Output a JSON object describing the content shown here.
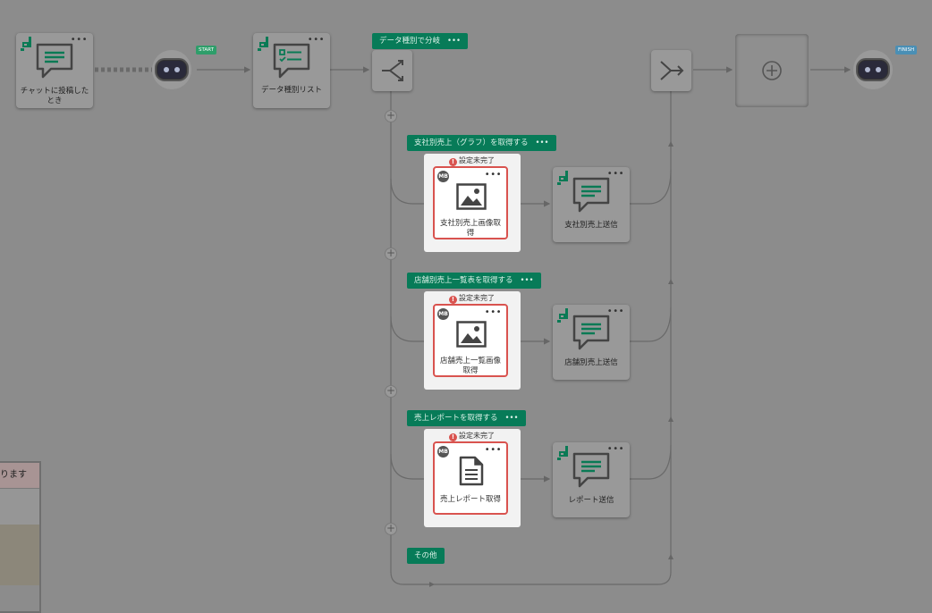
{
  "nodes": {
    "trigger": {
      "label": "チャットに投稿したとき"
    },
    "list": {
      "label": "データ種別リスト"
    },
    "send1": {
      "label": "支社別売上送信"
    },
    "send2": {
      "label": "店舗別売上送信"
    },
    "send3": {
      "label": "レポート送信"
    }
  },
  "badges": {
    "start": "START",
    "finish": "FINISH"
  },
  "branch": {
    "header": "データ種別で分岐"
  },
  "conditions": [
    {
      "label": "支社別売上（グラフ）を取得する"
    },
    {
      "label": "店舗別売上一覧表を取得する"
    },
    {
      "label": "売上レポートを取得する"
    },
    {
      "label": "その他"
    }
  ],
  "cards": [
    {
      "label": "支社別売上画像取得",
      "warning": "設定未完了",
      "icon": "image-icon"
    },
    {
      "label": "店舗売上一覧画像取得",
      "warning": "設定未完了",
      "icon": "image-icon"
    },
    {
      "label": "売上レポート取得",
      "warning": "設定未完了",
      "icon": "document-icon"
    }
  ],
  "plugin_badge": "MB",
  "more_glyph": "•••",
  "plus_glyph": "+",
  "warning_glyph": "!",
  "sidepanel": {
    "text": "ります"
  },
  "colors": {
    "tag": "#077b58",
    "error": "#d9534f",
    "start": "#2e9e6a",
    "finish": "#4a8fb5",
    "canvas": "#8c8c8c"
  }
}
